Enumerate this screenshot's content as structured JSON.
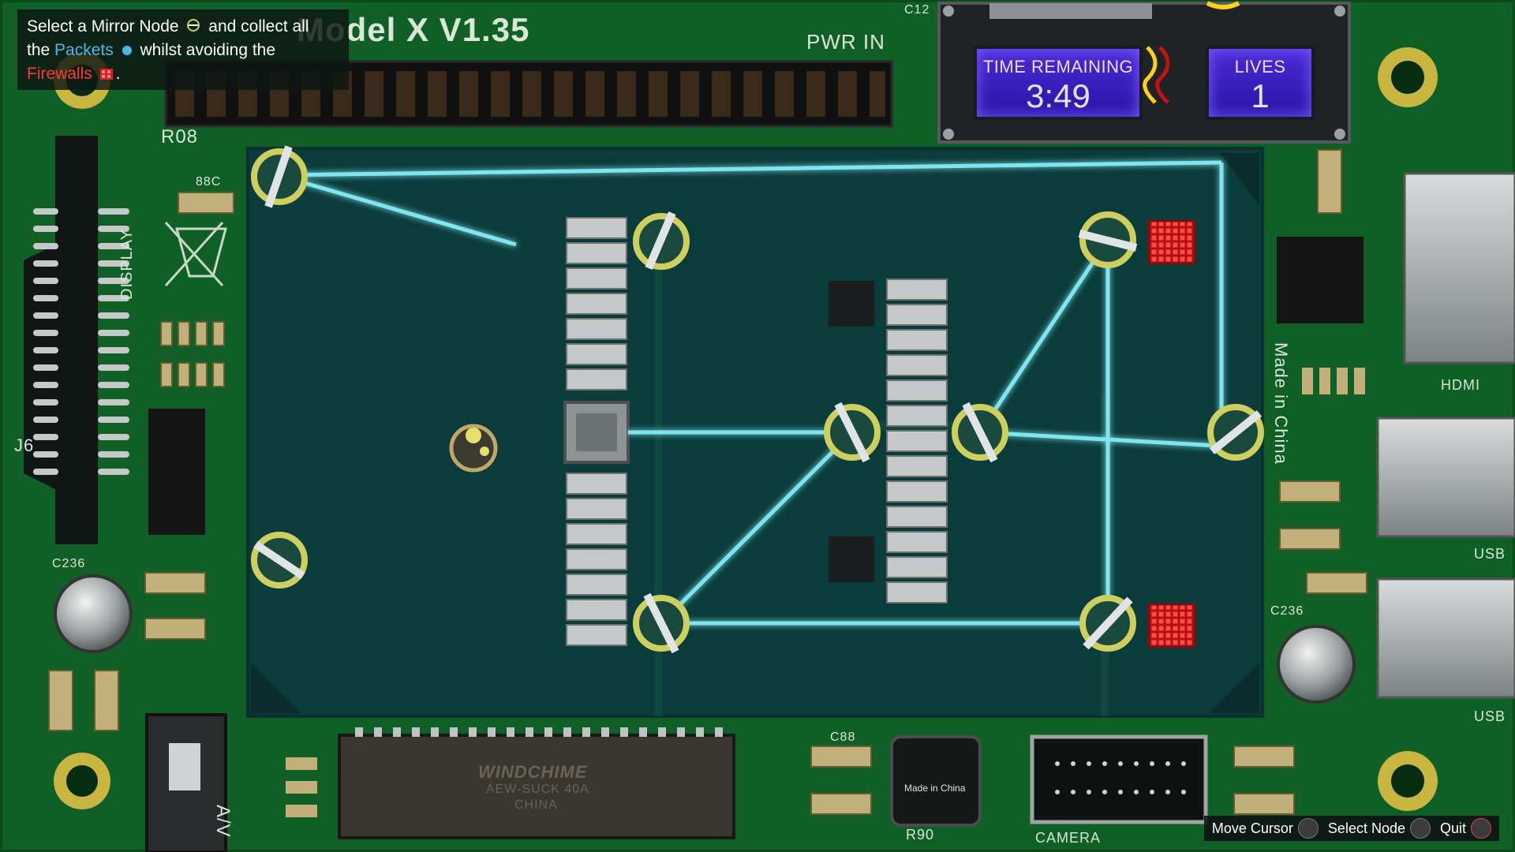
{
  "instructions": {
    "line1_a": "Select a Mirror Node",
    "line1_b": "and collect all",
    "line2_a": "the",
    "packets_word": "Packets",
    "line2_b": "whilst avoiding the",
    "firewalls_word": "Firewalls",
    "period": "."
  },
  "board": {
    "title": "Model X V1.35",
    "pwr_in": "PWR IN",
    "r08": "R08",
    "display": "DISPLAY",
    "j6": "J6",
    "c236_a": "C236",
    "c236_b": "C236",
    "hdmi": "HDMI",
    "usb_a": "USB",
    "usb_b": "USB",
    "made_in_china": "Made in China",
    "made_in_china_small": "Made in China",
    "av": "A/V",
    "r90": "R90",
    "camera": "CAMERA",
    "chip_brand": "WINDCHIME",
    "chip_model": "AEW-SUCK 40A",
    "chip_country": "CHINA",
    "c12": "C12",
    "c88": "C88",
    "b8c": "88C"
  },
  "hud": {
    "time_label": "TIME REMAINING",
    "time_value": "3:49",
    "lives_label": "LIVES",
    "lives_value": "1"
  },
  "controls": {
    "move_cursor": "Move Cursor",
    "select_node": "Select Node",
    "quit": "Quit"
  },
  "colors": {
    "pcb": "#0d5a25",
    "playfield": "#0b3c3c",
    "beam": "#7fe6f0",
    "node_ring": "#cfcf60",
    "firewall": "#e21b1b",
    "screen": "#3a1fc4",
    "packet": "#4fb7ea"
  }
}
